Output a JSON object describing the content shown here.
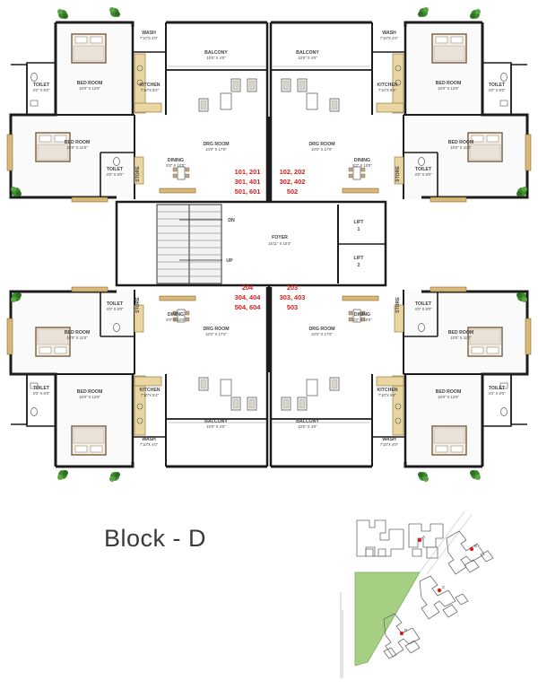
{
  "block_title": "Block - D",
  "rooms": {
    "wash": "WASH",
    "wash_dim": "7'10\"X 4'0\"",
    "balcony": "BALCONY",
    "balcony_dim": "10'0\" X 4'0\"",
    "kitchen": "KITCHEN",
    "kitchen_dim": "7'10\"X 8'4\"",
    "bed_room": "BED ROOM",
    "bed_main_dim": "10'0\" X 12'0\"",
    "bed_second_dim": "10'0\" X 11'0\"",
    "toilet": "TOILET",
    "toilet_dim": "4'0\" X 8'0\"",
    "drg_room": "DRG ROOM",
    "drg_dim": "10'0\" X 17'0\"",
    "dining": "DINING",
    "dining_dim": "8'2\" X 10'0\"",
    "store": "STORE",
    "foyer": "FOYER",
    "foyer_dim": "15'11\" X 10'4\"",
    "lift": "LIFT",
    "lift_1": "1",
    "lift_2": "2",
    "dn": "DN",
    "up": "UP"
  },
  "units": {
    "top_left": [
      "101, 201",
      "301, 401",
      "501, 601"
    ],
    "top_right": [
      "102, 202",
      "302, 402",
      "502"
    ],
    "bottom_left": [
      "204",
      "304, 404",
      "504, 604"
    ],
    "bottom_right": [
      "203",
      "303, 403",
      "503"
    ]
  },
  "site_map": {
    "block_labels": [
      "A",
      "B",
      "C",
      "D"
    ]
  },
  "colors": {
    "wall": "#1c1c1c",
    "door_frame": "#d8b878",
    "counter": "#e9d6a3",
    "bed_frame": "#7a5b3a",
    "plant": "#3c8a2e",
    "unit_number": "#d0201e",
    "site_green": "#a6cf83"
  }
}
